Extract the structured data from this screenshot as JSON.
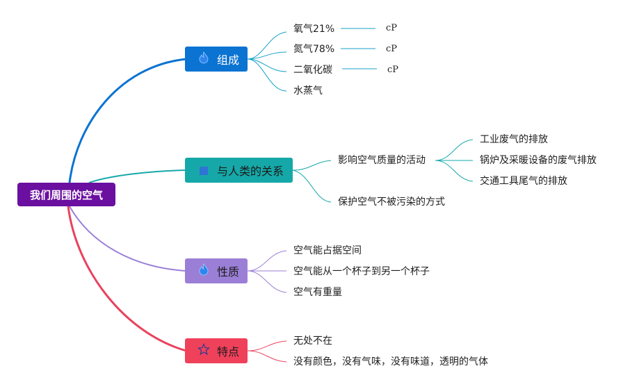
{
  "root": {
    "label": "我们周围的空气",
    "color": "#6a0fa0"
  },
  "branches": [
    {
      "label": "组成",
      "color": "#0b73d1",
      "icon": "flame-icon",
      "leaves": [
        "氧气21%",
        "氮气78%",
        "二氧化碳",
        "水蒸气"
      ],
      "notes": [
        "cP",
        "cP",
        "cP"
      ]
    },
    {
      "label": "与人类的关系",
      "color": "#16a8a8",
      "icon": "square-icon",
      "children": [
        {
          "label": "影响空气质量的活动",
          "leaves": [
            "工业废气的排放",
            "锅炉及采暖设备的废气排放",
            "交通工具尾气的排放"
          ]
        },
        {
          "label": "保护空气不被污染的方式"
        }
      ]
    },
    {
      "label": "性质",
      "color": "#9b7fd6",
      "icon": "flame-icon",
      "leaves": [
        "空气能占据空间",
        "空气能从一个杯子到另一个杯子",
        "空气有重量"
      ]
    },
    {
      "label": "特点",
      "color": "#f0415b",
      "icon": "star-icon",
      "leaves": [
        "无处不在",
        "没有颜色，没有气味，没有味道，透明的气体"
      ]
    }
  ]
}
